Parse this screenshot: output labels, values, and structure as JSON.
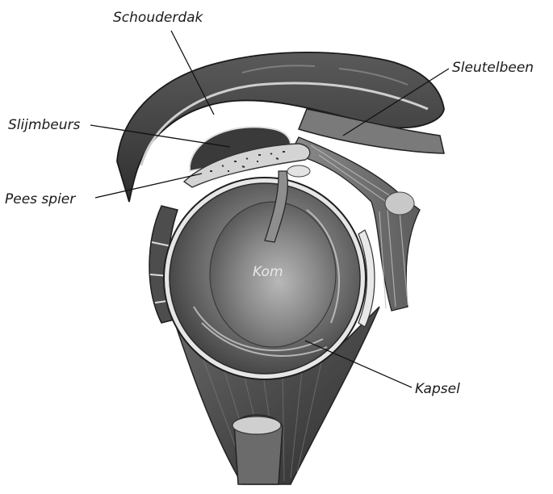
{
  "labels": {
    "schouderdak": "Schouderdak",
    "sleutelbeen": "Sleutelbeen",
    "slijmbeurs": "Slijmbeurs",
    "pees_spier": "Pees spier",
    "kom": "Kom",
    "kapsel": "Kapsel"
  },
  "colors": {
    "background": "#ffffff",
    "label_text": "#1a1a1a",
    "leader_line": "#111111"
  }
}
